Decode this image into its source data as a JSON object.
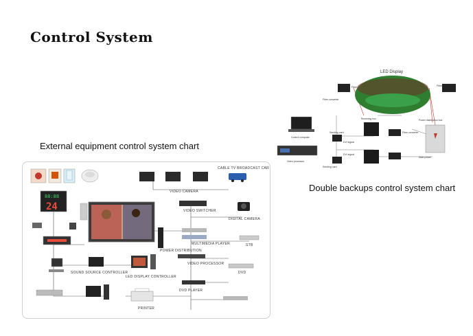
{
  "title": "Control System",
  "left_caption": "External equipment control system chart",
  "right_caption": "Double backups control system chart",
  "left_diagram": {
    "score_display": "24",
    "labels": {
      "cable_tv_broadcast_car": "CABLE TV BROADCAST CAR",
      "video_camera": "VIDEO CAMERA",
      "video_switcher": "VIDEO SWITCHER",
      "digital_camera": "DIGITAL CAMERA",
      "dvd_player": "DVD PLAYER",
      "stb": "STB",
      "power_distribution": "POWER DISTRIBUTION",
      "video_processor": "VIDEO PROCESSOR",
      "dvd": "DVD",
      "sound_source_controller": "SOUND SOURCE CONTROLLER",
      "led_display_controller": "LED DISPLAY CONTROLLER",
      "printer": "PRINTER",
      "multimedia_player": "MULTIMEDIA PLAYER"
    }
  },
  "right_diagram": {
    "led_display": "LED Display",
    "labels": {
      "fiber_top_left": "Fiber",
      "fiber_top_right": "Fiber",
      "fiber_converter": "Fiber converter",
      "fiber_converter_right": "Fiber converter",
      "control_computer": "Control computer",
      "video_processor": "Video processor",
      "sending_card_1": "Sending card",
      "sending_card_2": "Sending card",
      "receiving_box": "Receiving box",
      "dvi_signal_1": "DVI signal",
      "dvi_signal_2": "DVI signal",
      "power_box": "Power distribution box",
      "main_power": "Main power"
    }
  }
}
